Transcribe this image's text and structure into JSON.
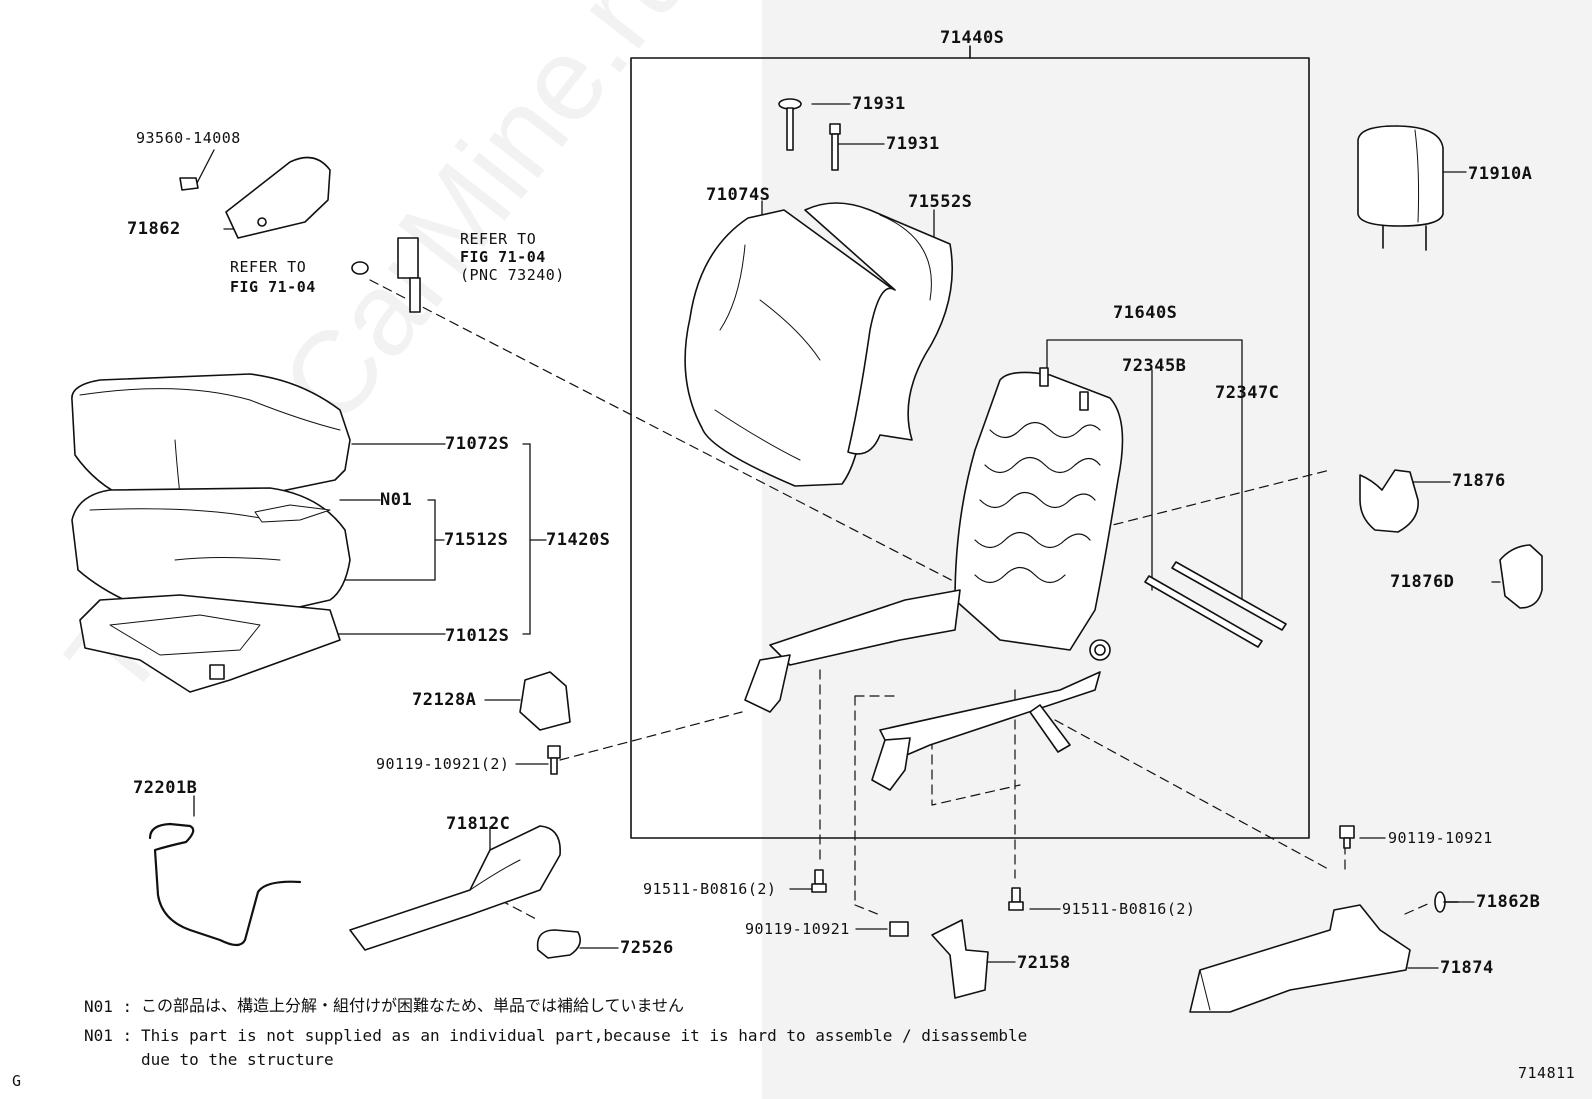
{
  "watermark": "ToyotaCarMine.ru",
  "labels": {
    "l71440S": "71440S",
    "l71931a": "71931",
    "l71931b": "71931",
    "l93560": "93560-14008",
    "l71862": "71862",
    "l71910A": "71910A",
    "l71074S": "71074S",
    "l71552S": "71552S",
    "l71640S": "71640S",
    "l72345B": "72345B",
    "l72347C": "72347C",
    "l71072S": "71072S",
    "lN01": "N01",
    "l71512S": "71512S",
    "l71420S": "71420S",
    "l71012S": "71012S",
    "l71876": "71876",
    "l71876D": "71876D",
    "l72128A": "72128A",
    "l90119a": "90119-10921(2)",
    "l72201B": "72201B",
    "l71812C": "71812C",
    "l72526": "72526",
    "l91511a": "91511-B0816(2)",
    "l90119b": "90119-10921",
    "l91511b": "91511-B0816(2)",
    "l72158": "72158",
    "l90119c": "90119-10921",
    "l71862B": "71862B",
    "l71874": "71874"
  },
  "refer1": {
    "line1": "REFER TO",
    "line2": "FIG 71-04"
  },
  "refer2": {
    "line1": "REFER TO",
    "line2": "FIG 71-04",
    "line3": "(PNC 73240)"
  },
  "notes": {
    "prefix1": "N01 :",
    "jp": "この部品は、構造上分解・組付けが困難なため、単品では補給していません",
    "prefix2": "N01 :",
    "en1": "This part is not supplied as an individual part,because it is hard to assemble / disassemble",
    "en2": "due to the structure"
  },
  "corner_left": "G",
  "figure_number": "714811"
}
